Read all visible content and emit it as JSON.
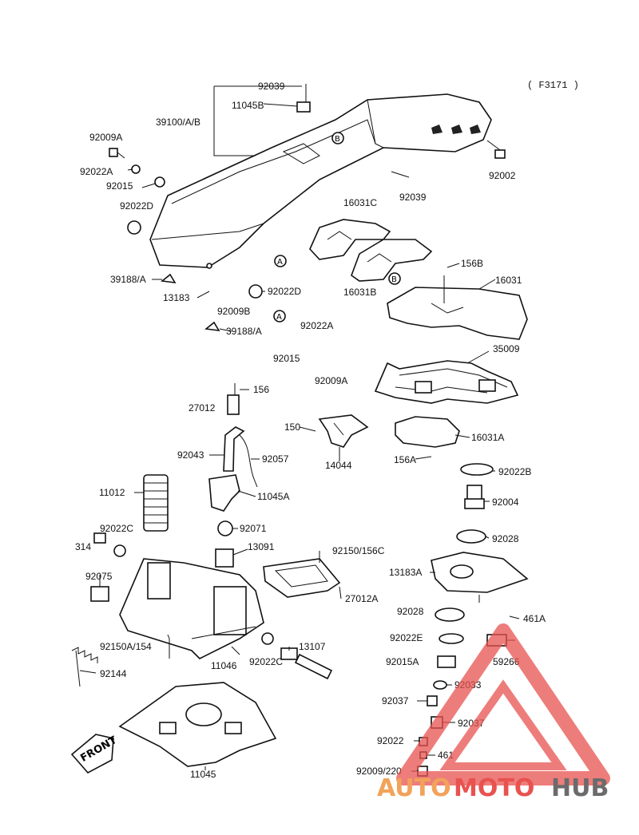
{
  "diagram": {
    "code": "( F3171 )",
    "front_label": "FRONT",
    "watermark": {
      "part1": "AUTO",
      "part2": "MOTO",
      "part3": "HUB",
      "color_orange": "#f2a25a",
      "color_red": "#e8524f",
      "color_gray": "#6b6b6b"
    },
    "callouts": {
      "A": "A",
      "B": "B"
    },
    "parts": {
      "p92039_top": "92039",
      "p11045B": "11045B",
      "p39100": "39100/A/B",
      "p92009A_top": "92009A",
      "p92022A_top": "92022A",
      "p92015_top": "92015",
      "p92022D_left": "92022D",
      "p92002": "92002",
      "p92039_mid": "92039",
      "p16031C": "16031C",
      "p16031B": "16031B",
      "p156B": "156B",
      "p16031": "16031",
      "p39188A_1": "39188/A",
      "p92022D_right": "92022D",
      "p13183": "13183",
      "p92009B": "92009B",
      "p39188A_2": "39188/A",
      "p92022A_mid": "92022A",
      "p92015_mid": "92015",
      "p92009A_mid": "92009A",
      "p35009": "35009",
      "p156": "156",
      "p27012": "27012",
      "p150": "150",
      "p14044": "14044",
      "p16031A": "16031A",
      "p156A": "156A",
      "p92043": "92043",
      "p92057": "92057",
      "p92022B": "92022B",
      "p11045A": "11045A",
      "p92004": "92004",
      "p11012": "11012",
      "p92071": "92071",
      "p92022C_left": "92022C",
      "p314": "314",
      "p13091": "13091",
      "p92150_156C": "92150/156C",
      "p92028_top": "92028",
      "p92075": "92075",
      "p13183A": "13183A",
      "p27012A": "27012A",
      "p92028_mid": "92028",
      "p461A": "461A",
      "p92150A_154": "92150A/154",
      "p11046": "11046",
      "p92022C_right": "92022C",
      "p13107": "13107",
      "p92022E": "92022E",
      "p92015A": "92015A",
      "p59266": "59266",
      "p92144": "92144",
      "p92033": "92033",
      "p92037_left": "92037",
      "p92037_right": "92037",
      "p92022": "92022",
      "p461": "461",
      "p92009_220": "92009/220",
      "p11045": "11045"
    }
  }
}
